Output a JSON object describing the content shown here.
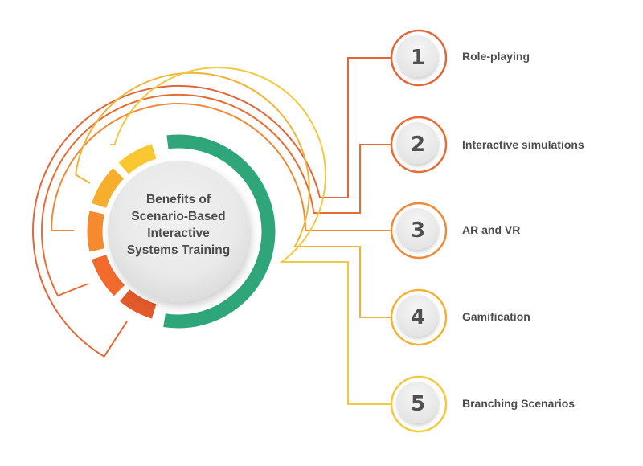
{
  "title": "Benefits of Scenario-Based Interactive Systems Training",
  "title_lines": [
    "Benefits of",
    "Scenario-Based",
    "Interactive",
    "Systems Training"
  ],
  "colors": {
    "green": "#2fa57a",
    "item_1": "#e0673a",
    "item_2": "#e56d36",
    "item_3": "#ec8a3a",
    "item_4": "#f0b33a",
    "item_5": "#f3c842",
    "text": "#4a4a4a"
  },
  "items": [
    {
      "number": "1",
      "label": "Role-playing"
    },
    {
      "number": "2",
      "label": "Interactive simulations"
    },
    {
      "number": "3",
      "label": "AR and VR"
    },
    {
      "number": "4",
      "label": "Gamification"
    },
    {
      "number": "5",
      "label": "Branching Scenarios"
    }
  ]
}
